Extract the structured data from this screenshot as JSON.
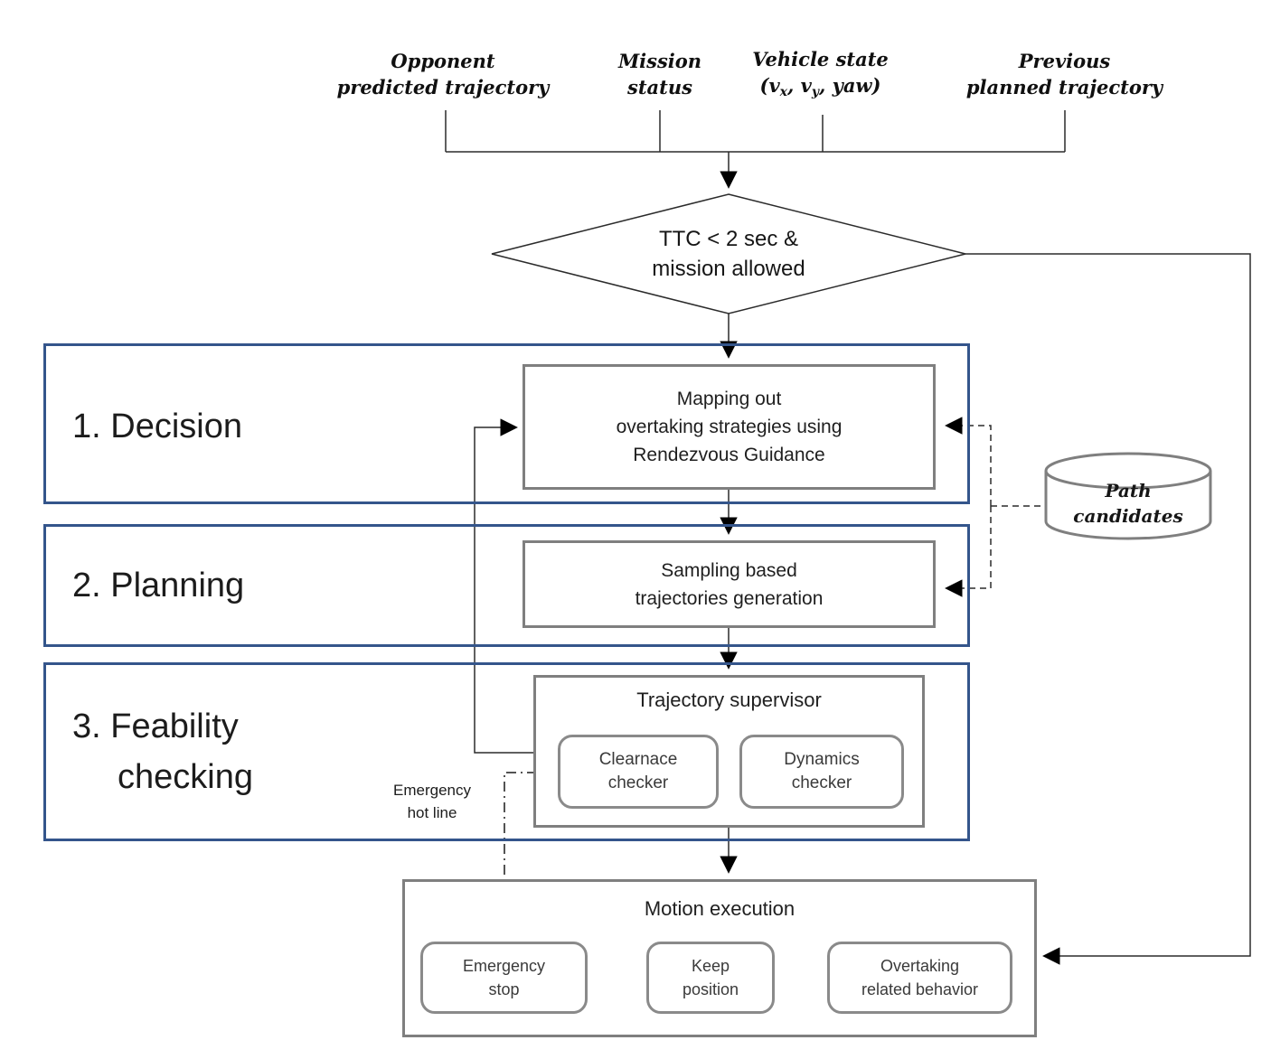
{
  "colors": {
    "stage_border_blue": "#34558b",
    "process_border_gray": "#7f7f7f",
    "connector_black": "#1a1a1a",
    "text_dark": "#1f1f1f"
  },
  "inputs": {
    "opponent": {
      "line1": "Opponent",
      "line2": "predicted trajectory"
    },
    "mission": {
      "line1": "Mission",
      "line2": "status"
    },
    "vehicle": {
      "line1": "Vehicle state",
      "f_open": "(v",
      "f_sub1": "x",
      "f_mid": ", v",
      "f_sub2": "y",
      "f_close": ", yaw)"
    },
    "previous": {
      "line1": "Previous",
      "line2": "planned trajectory"
    }
  },
  "decision_diamond": {
    "text": "TTC < 2 sec &\nmission allowed"
  },
  "stages": {
    "s1": {
      "label": "1. Decision"
    },
    "s2": {
      "label": "2. Planning"
    },
    "s3": {
      "line1": "3. Feability",
      "line2": "checking"
    }
  },
  "boxes": {
    "mapping": "Mapping out\novertaking strategies using\nRendezvous Guidance",
    "sampling": "Sampling based\ntrajectories generation",
    "supervisor_title": "Trajectory supervisor",
    "clearance_checker": "Clearnace\nchecker",
    "dynamics_checker": "Dynamics\nchecker",
    "motion_title": "Motion execution",
    "emergency_stop": "Emergency\nstop",
    "keep_position": "Keep\nposition",
    "overtaking_behavior": "Overtaking\nrelated behavior"
  },
  "annotations": {
    "emergency_hotline": "Emergency\nhot line",
    "path_candidates": "Path\ncandidates"
  }
}
